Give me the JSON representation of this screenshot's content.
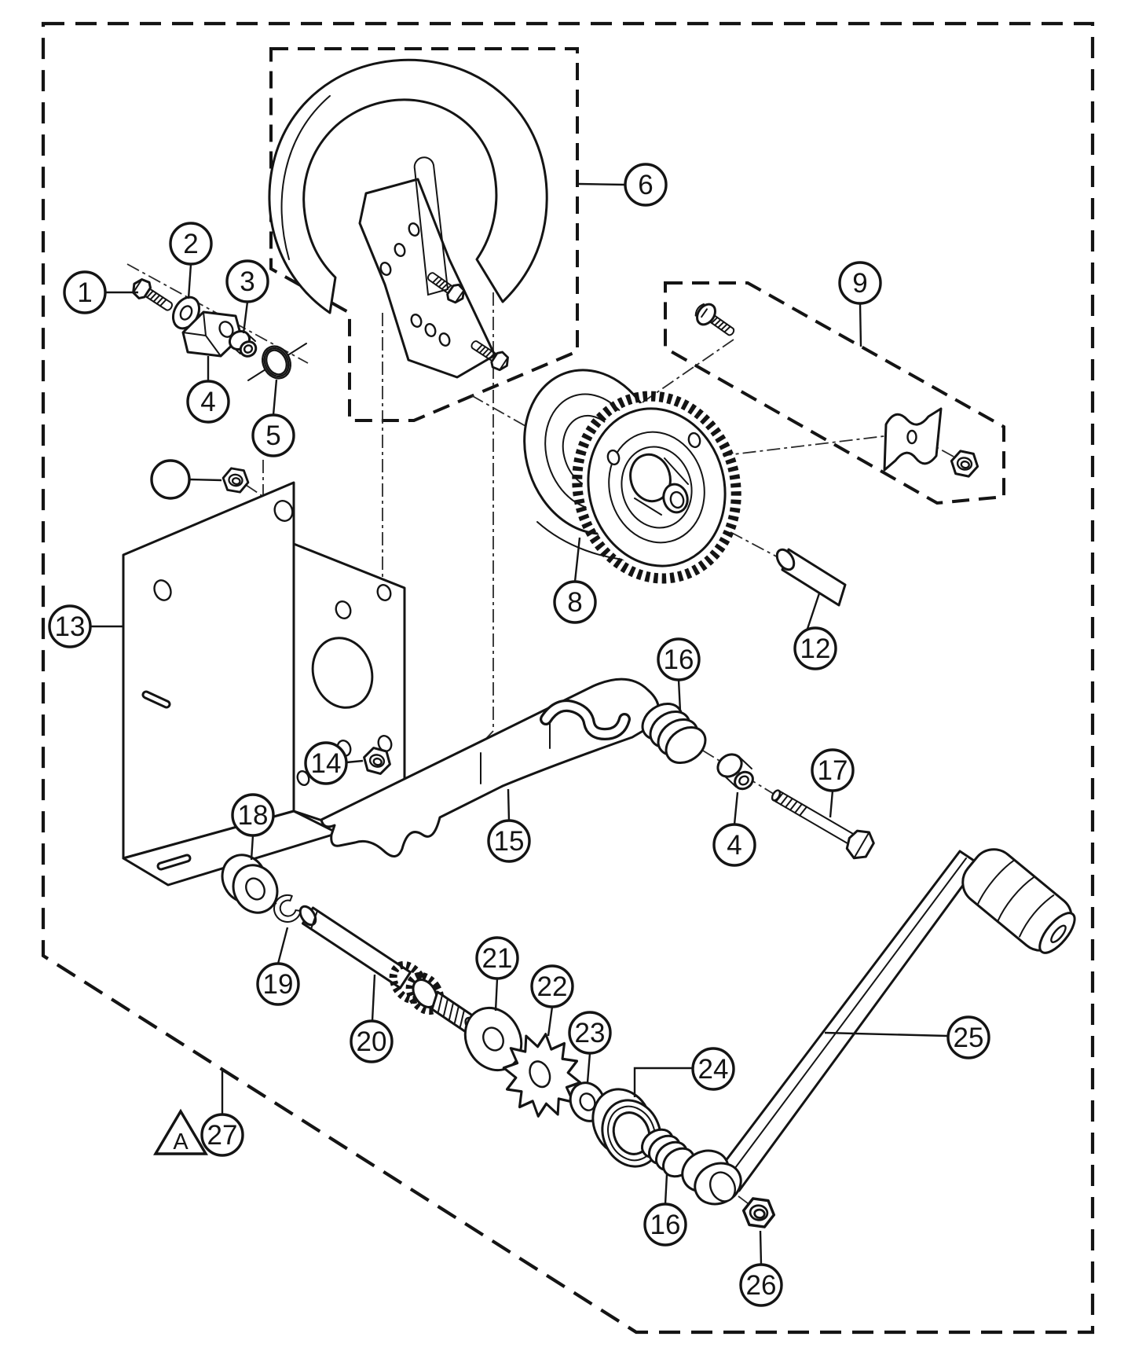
{
  "diagram": {
    "kind": "exploded-parts-diagram",
    "callouts": [
      {
        "label": "1"
      },
      {
        "label": "2"
      },
      {
        "label": "3"
      },
      {
        "label": "4"
      },
      {
        "label": "5"
      },
      {
        "label": "6"
      },
      {
        "label": "8"
      },
      {
        "label": "9"
      },
      {
        "label": "12"
      },
      {
        "label": "13"
      },
      {
        "label": "14"
      },
      {
        "label": "15"
      },
      {
        "label": "16"
      },
      {
        "label": "17"
      },
      {
        "label": "4"
      },
      {
        "label": "18"
      },
      {
        "label": "19"
      },
      {
        "label": "20"
      },
      {
        "label": "21"
      },
      {
        "label": "22"
      },
      {
        "label": "23"
      },
      {
        "label": "24"
      },
      {
        "label": "25"
      },
      {
        "label": "26"
      },
      {
        "label": "27"
      },
      {
        "label": "16"
      }
    ],
    "markers": {
      "revision_triangle": "A",
      "blank_callout": ""
    }
  }
}
